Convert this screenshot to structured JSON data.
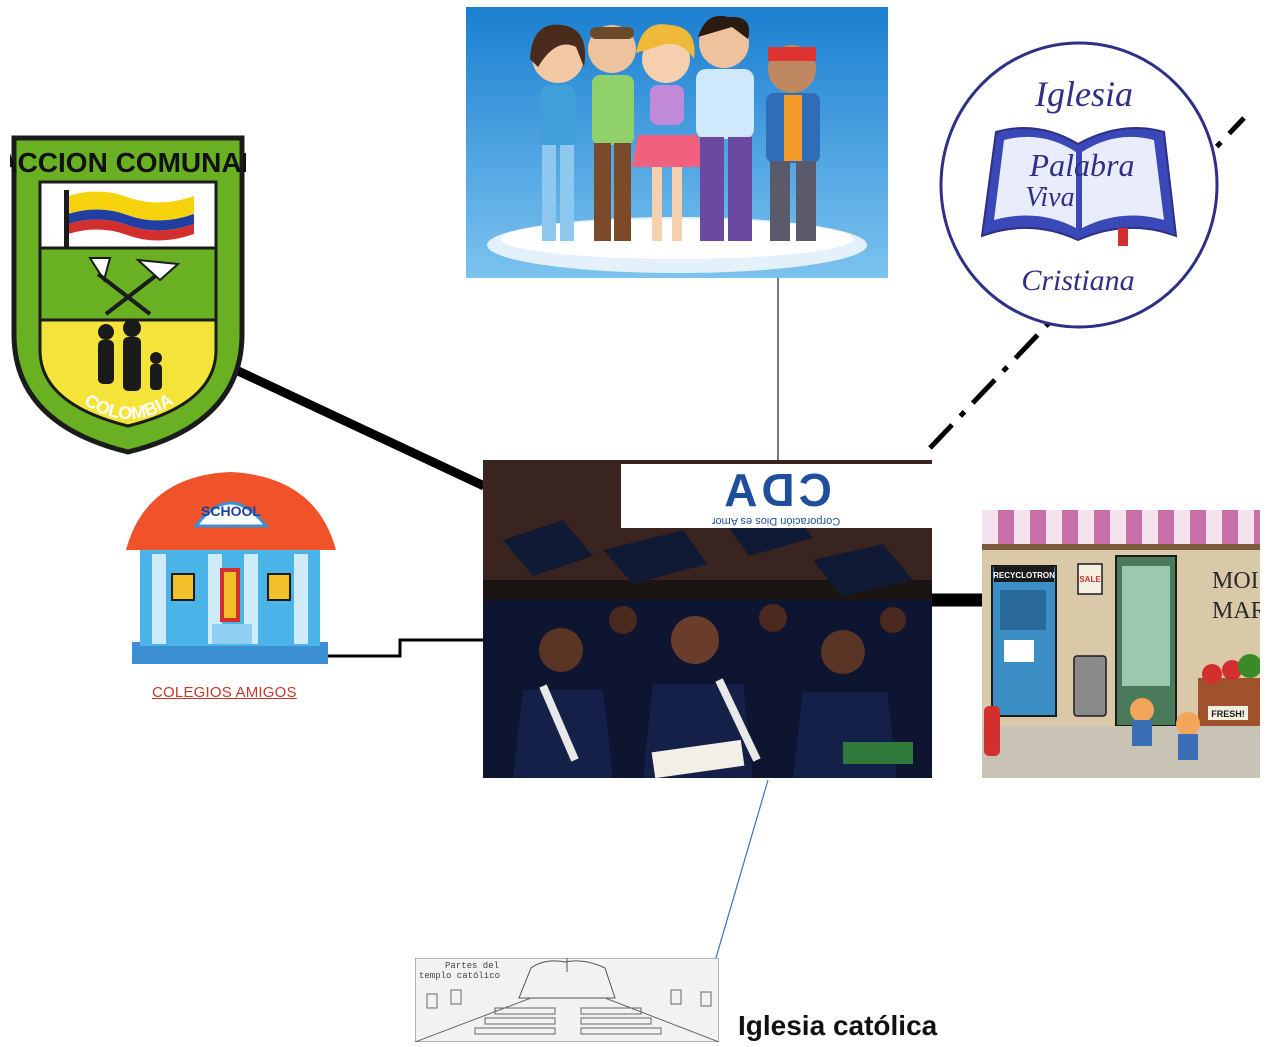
{
  "accion_comunal": {
    "title": "ACCION COMUNAL",
    "country": "COLOMBIA",
    "colors": {
      "green": "#6ab023",
      "yellow": "#f4e43a",
      "dark": "#1b1b1b"
    }
  },
  "school": {
    "sign": "SCHOOL",
    "caption": "COLEGIOS AMIGOS",
    "colors": {
      "roof": "#f0522a",
      "wall": "#4ab3e8",
      "door": "#f2c02a"
    }
  },
  "palabra_viva": {
    "top": "Iglesia",
    "line1": "Palabra",
    "line2": "Viva",
    "bottom": "Cristiana",
    "color": "#2e2f86"
  },
  "cda": {
    "logo": "CDA",
    "tagline": "Corporación Dios es Amor",
    "color": "#1f4e9c"
  },
  "market": {
    "recycle_sign": "RECYCLOTRON",
    "sale_sign": "SALE",
    "store_name_1": "MOI",
    "store_name_2": "MAR",
    "fresh_sign": "FRESH!"
  },
  "iglesia_catolica": {
    "label": "Iglesia católica",
    "sketch_title_1": "Partes del",
    "sketch_title_2": "templo católico"
  }
}
